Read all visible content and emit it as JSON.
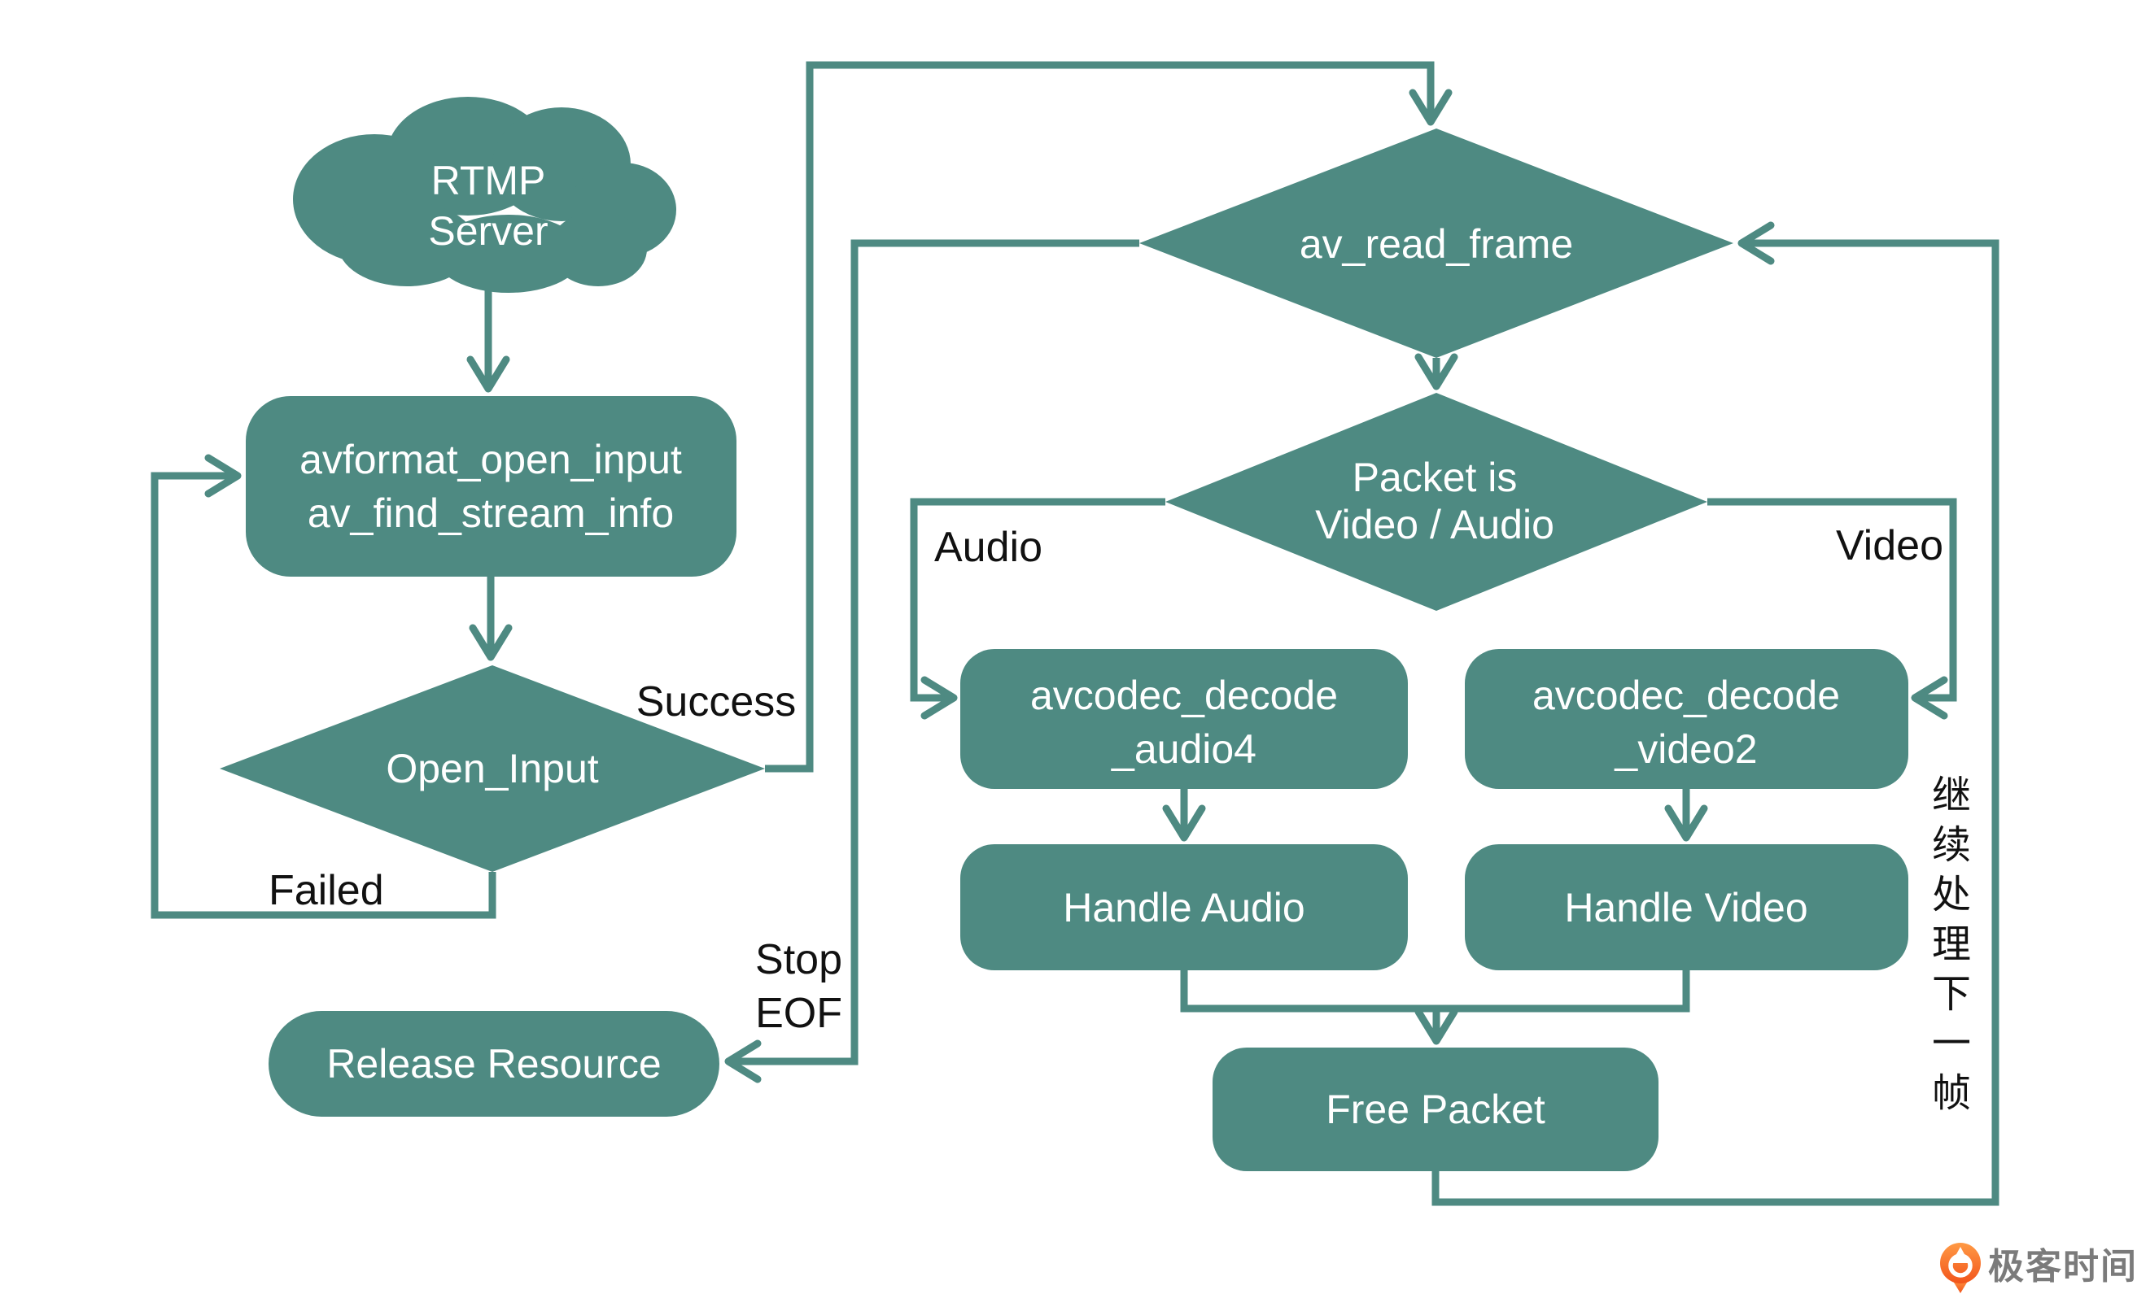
{
  "diagram": {
    "nodes": {
      "cloud": {
        "line1": "RTMP",
        "line2": "Server"
      },
      "open_input_box": {
        "line1": "avformat_open_input",
        "line2": "av_find_stream_info"
      },
      "open_input_diamond": {
        "label": "Open_Input"
      },
      "read_frame_diamond": {
        "label": "av_read_frame"
      },
      "packet_diamond": {
        "line1": "Packet is",
        "line2": "Video / Audio"
      },
      "decode_audio_box": {
        "line1": "avcodec_decode",
        "line2": "_audio4"
      },
      "decode_video_box": {
        "line1": "avcodec_decode",
        "line2": "_video2"
      },
      "handle_audio_box": {
        "label": "Handle Audio"
      },
      "handle_video_box": {
        "label": "Handle Video"
      },
      "free_packet_box": {
        "label": "Free Packet"
      },
      "release_resource_pill": {
        "label": "Release Resource"
      }
    },
    "edge_labels": {
      "success": "Success",
      "failed": "Failed",
      "audio": "Audio",
      "video": "Video",
      "stop_line1": "Stop",
      "stop_line2": "EOF",
      "continue_vertical": "继续处理下一帧"
    },
    "colors": {
      "shape_teal": "#4E8A82",
      "node_text": "#FFFFFF",
      "edge_label": "#111111"
    }
  },
  "watermark": {
    "brand": "极客时间",
    "icon": "geektime-logo-icon",
    "text_color": "#7B7B7B",
    "orange": "#F2541B"
  }
}
